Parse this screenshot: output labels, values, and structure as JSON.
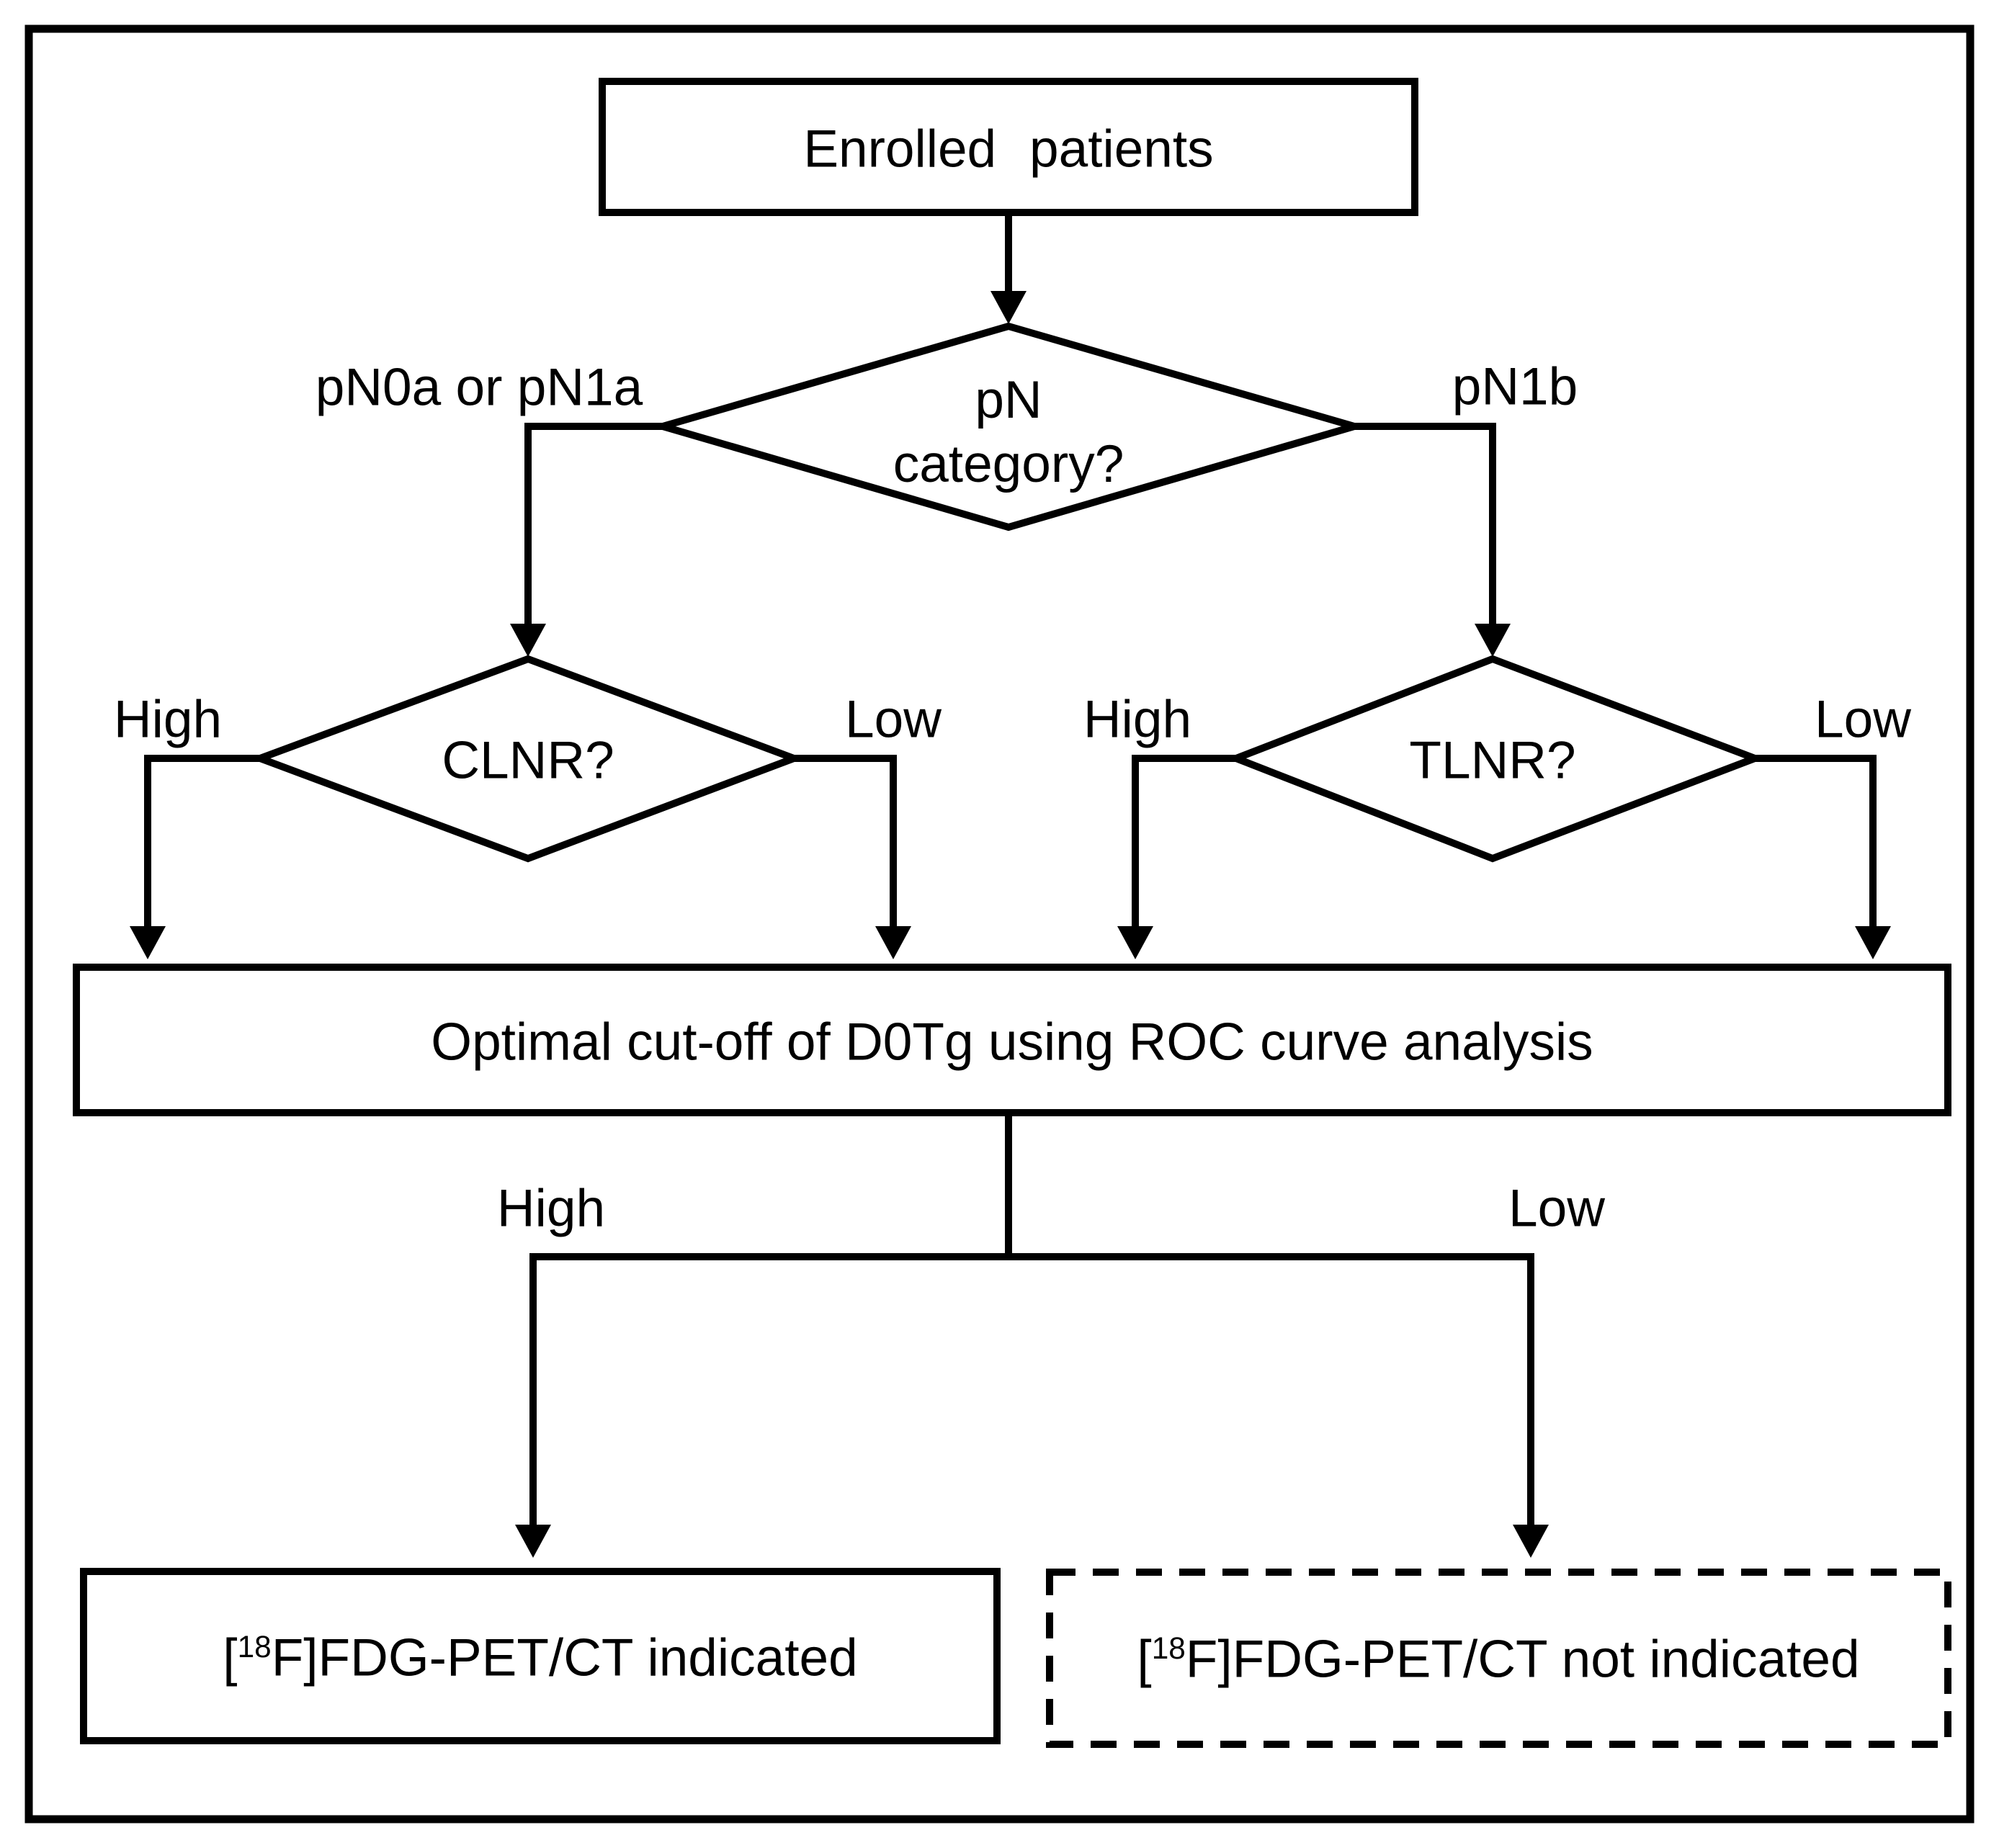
{
  "figure": {
    "nodes": {
      "enrolled": {
        "label": "Enrolled patients"
      },
      "pn_category": {
        "line1": "pN",
        "line2": "category?"
      },
      "clnr": {
        "label": "CLNR?"
      },
      "tlnr": {
        "label": "TLNR?"
      },
      "roc": {
        "label": "Optimal cut-off of D0Tg using ROC curve analysis"
      },
      "pet_indicated": {
        "prefix": "[",
        "sup": "18",
        "rest": "F]FDG-PET/CT indicated"
      },
      "pet_not_indicated": {
        "prefix": "[",
        "sup": "18",
        "rest": "F]FDG-PET/CT not indicated"
      }
    },
    "edge_labels": {
      "pn0a_pn1a": "pN0a or pN1a",
      "pn1b": "pN1b",
      "clnr_high": "High",
      "clnr_low": "Low",
      "tlnr_high": "High",
      "tlnr_low": "Low",
      "dotg_high": "High",
      "dotg_low": "Low"
    },
    "colors": {
      "line": "#000000",
      "background": "#ffffff"
    }
  }
}
